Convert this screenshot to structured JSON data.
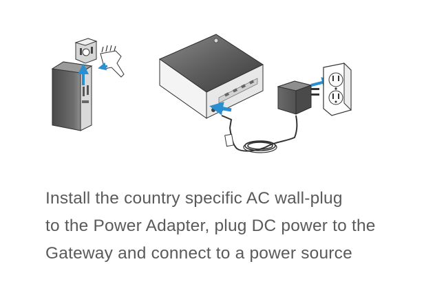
{
  "caption": {
    "lines": [
      "Install the country specific AC wall-plug",
      "to the Power Adapter, plug DC power to the",
      "Gateway and connect to a power source"
    ]
  },
  "colors": {
    "arrow": "#2a8fd0",
    "device_top": "#5c5c5c",
    "device_body": "#f2f2f2",
    "line_art": "#3a3a3a",
    "text": "#5a5a5a"
  },
  "icons": {
    "left_panel": "adapter-plug-insertion-illustration",
    "right_panel": "gateway-power-connection-illustration"
  }
}
